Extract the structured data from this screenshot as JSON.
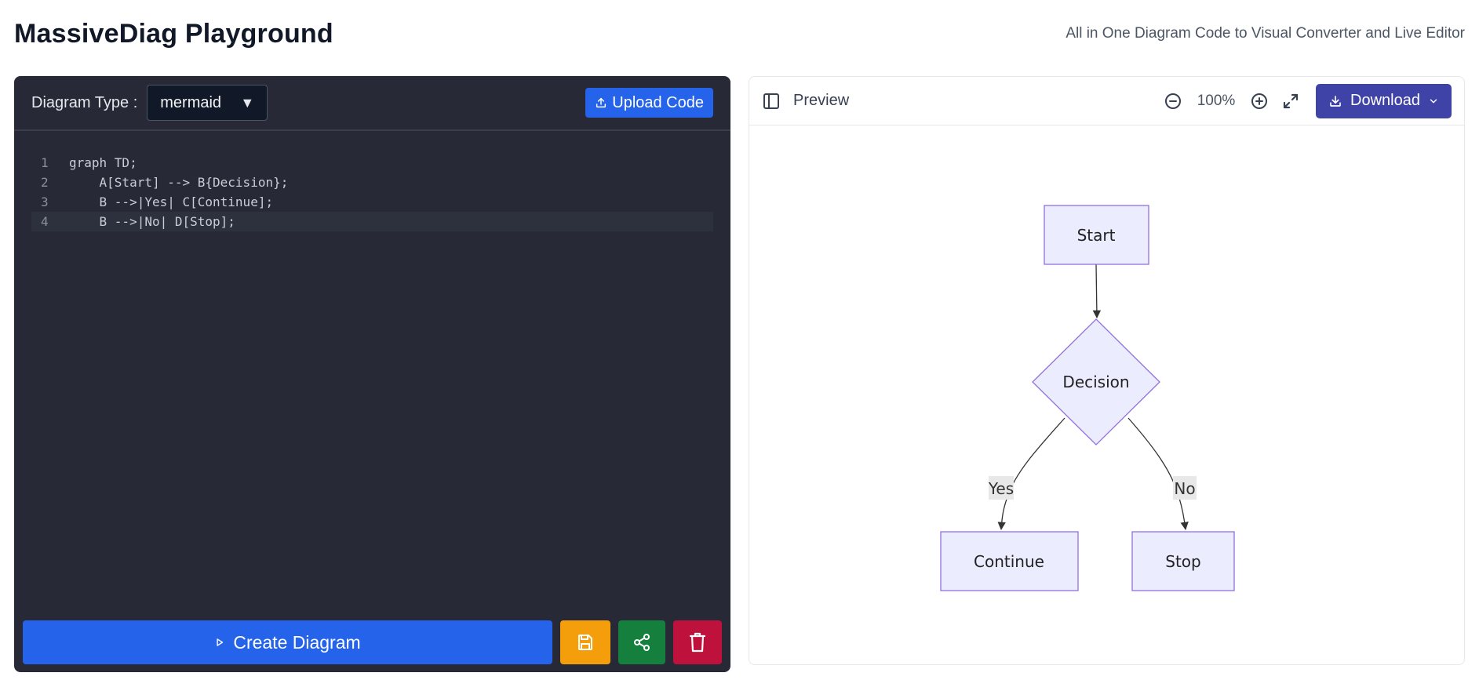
{
  "header": {
    "title": "MassiveDiag Playground",
    "subtitle": "All in One Diagram Code to Visual Converter and Live Editor"
  },
  "editor": {
    "diagram_type_label": "Diagram Type :",
    "diagram_type_value": "mermaid",
    "upload_label": "Upload Code",
    "code_lines": [
      {
        "no": "1",
        "text": "graph TD;"
      },
      {
        "no": "2",
        "text": "    A[Start] --> B{Decision};"
      },
      {
        "no": "3",
        "text": "    B -->|Yes| C[Continue];"
      },
      {
        "no": "4",
        "text": "    B -->|No| D[Stop];"
      }
    ],
    "create_label": "Create Diagram"
  },
  "preview": {
    "label": "Preview",
    "zoom": "100%",
    "download_label": "Download"
  },
  "diagram": {
    "nodes": {
      "start": "Start",
      "decision": "Decision",
      "continue": "Continue",
      "stop": "Stop"
    },
    "edges": {
      "yes": "Yes",
      "no": "No"
    },
    "colors": {
      "node_fill": "#ECECFF",
      "node_stroke": "#9370DB",
      "edge": "#333333",
      "label_bg": "#E8E8E8"
    }
  },
  "colors": {
    "editor_bg": "#272a36",
    "primary": "#2563eb",
    "save": "#f59e0b",
    "share": "#15803d",
    "delete": "#be123c",
    "download": "#3f43a8"
  }
}
